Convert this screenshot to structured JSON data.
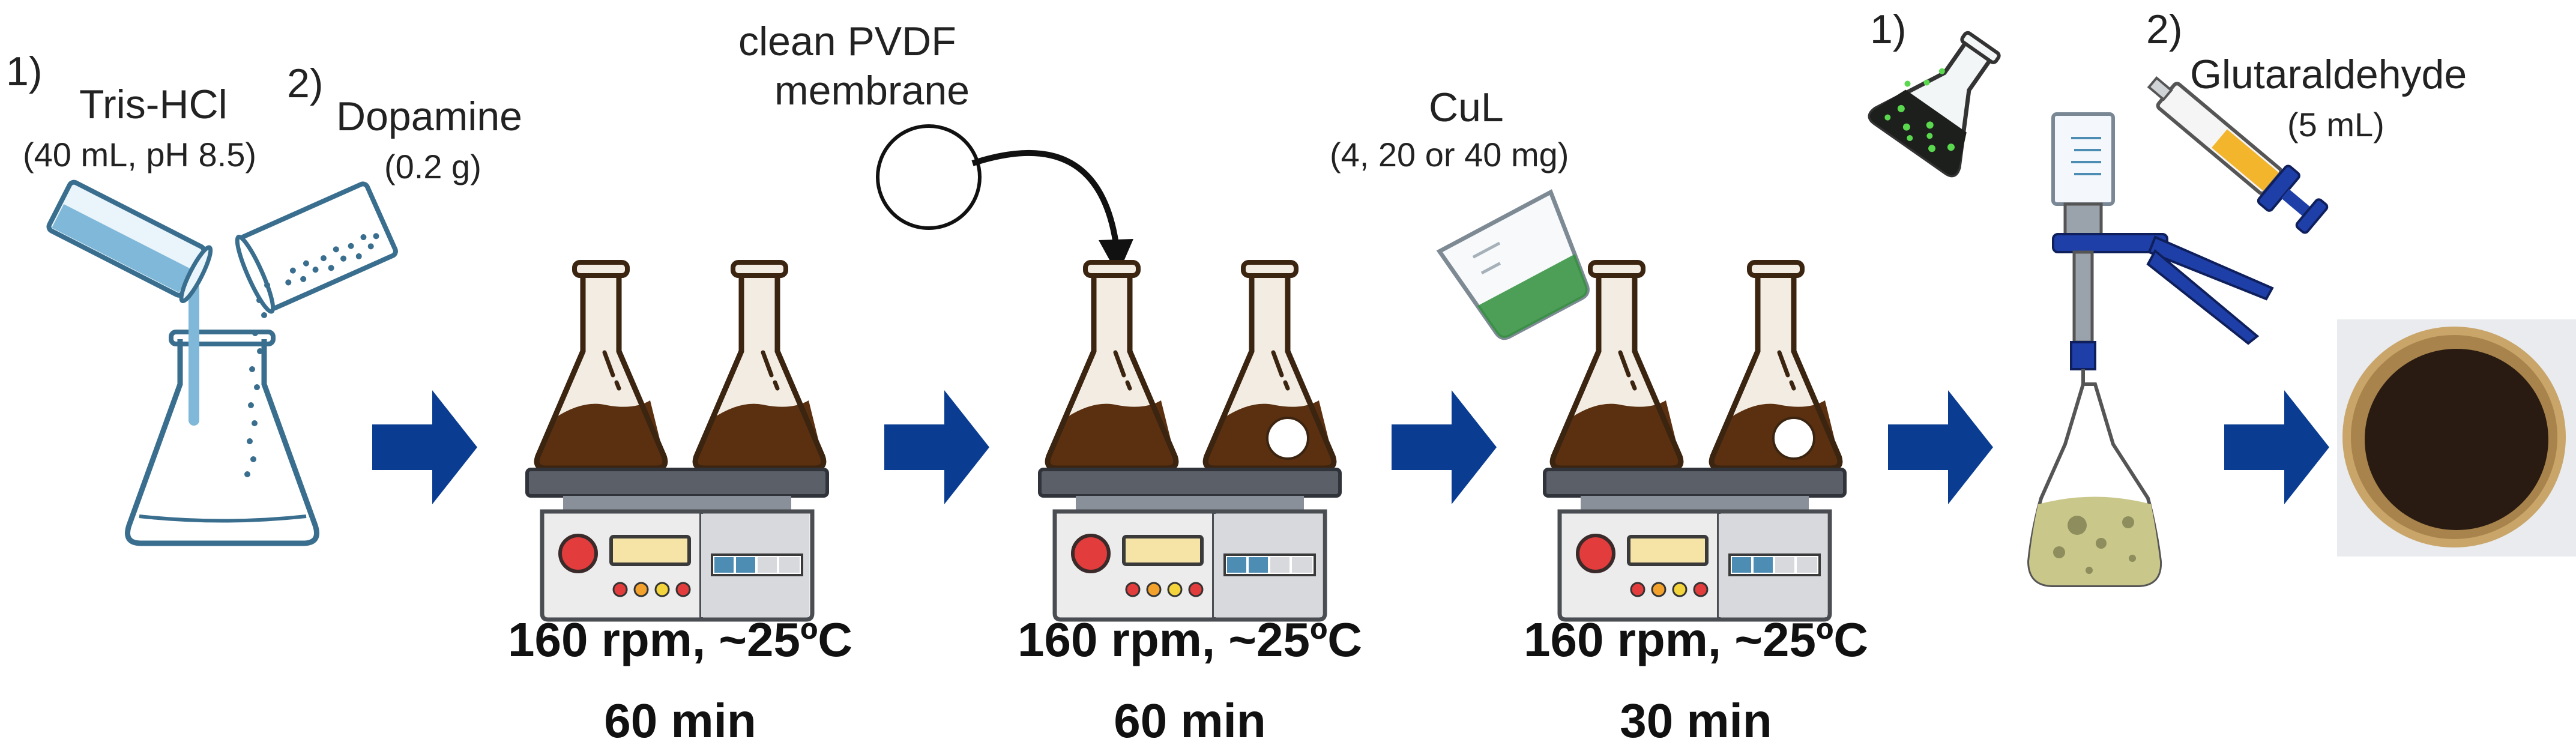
{
  "step1": {
    "reagent1_number": "1)",
    "reagent1_name": "Tris-HCl",
    "reagent1_detail": "(40 mL, pH 8.5)",
    "reagent2_number": "2)",
    "reagent2_name": "Dopamine",
    "reagent2_detail": "(0.2 g)"
  },
  "step2": {
    "speed_temp": "160 rpm, ~25ºC",
    "time": "60 min"
  },
  "step3": {
    "membrane_line1": "clean PVDF",
    "membrane_line2": "membrane",
    "speed_temp": "160 rpm, ~25ºC",
    "time": "60 min"
  },
  "step4": {
    "reagent_name": "CuL",
    "reagent_detail": "(4, 20 or 40 mg)",
    "speed_temp": "160 rpm, ~25ºC",
    "time": "30 min"
  },
  "step5": {
    "item1_number": "1)",
    "item2_number": "2)",
    "item2_name": "Glutaraldehyde",
    "item2_detail": "(5 mL)"
  },
  "colors": {
    "arrow": "#0a3d91",
    "solution": "#5a3010",
    "flask_outline": "#3b2410",
    "water": "#7fb8d8",
    "cul_green": "#2f8f3a",
    "filtrate": "#c9c78a",
    "membrane_dark": "#2a1b12",
    "membrane_rim": "#c9a56a"
  },
  "icons": [
    "conical-flask-icon",
    "beaker-icon",
    "hot-plate-stirrer-icon",
    "arrow-icon",
    "filtration-apparatus-icon",
    "syringe-icon",
    "membrane-photo"
  ]
}
